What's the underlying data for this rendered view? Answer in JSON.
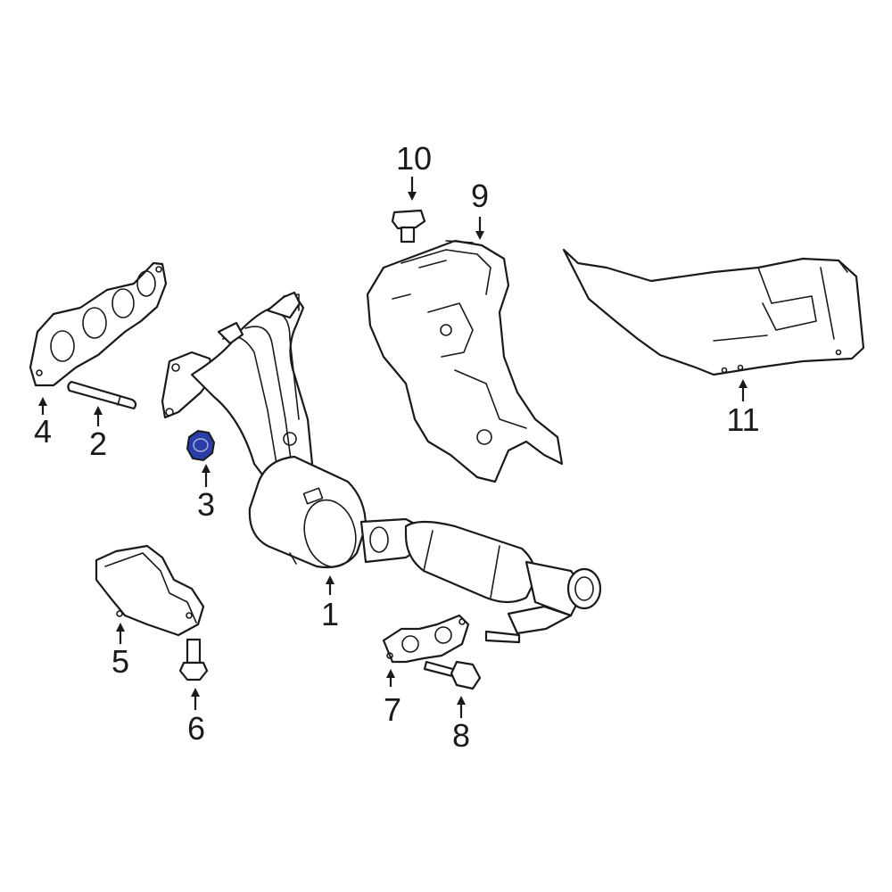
{
  "diagram": {
    "highlight_color": "#2b3ea8",
    "line_color": "#1a1a1a",
    "background": "#ffffff",
    "callouts": {
      "c1": "1",
      "c2": "2",
      "c3": "3",
      "c4": "4",
      "c5": "5",
      "c6": "6",
      "c7": "7",
      "c8": "8",
      "c9": "9",
      "c10": "10",
      "c11": "11"
    },
    "highlighted_part": "3"
  }
}
